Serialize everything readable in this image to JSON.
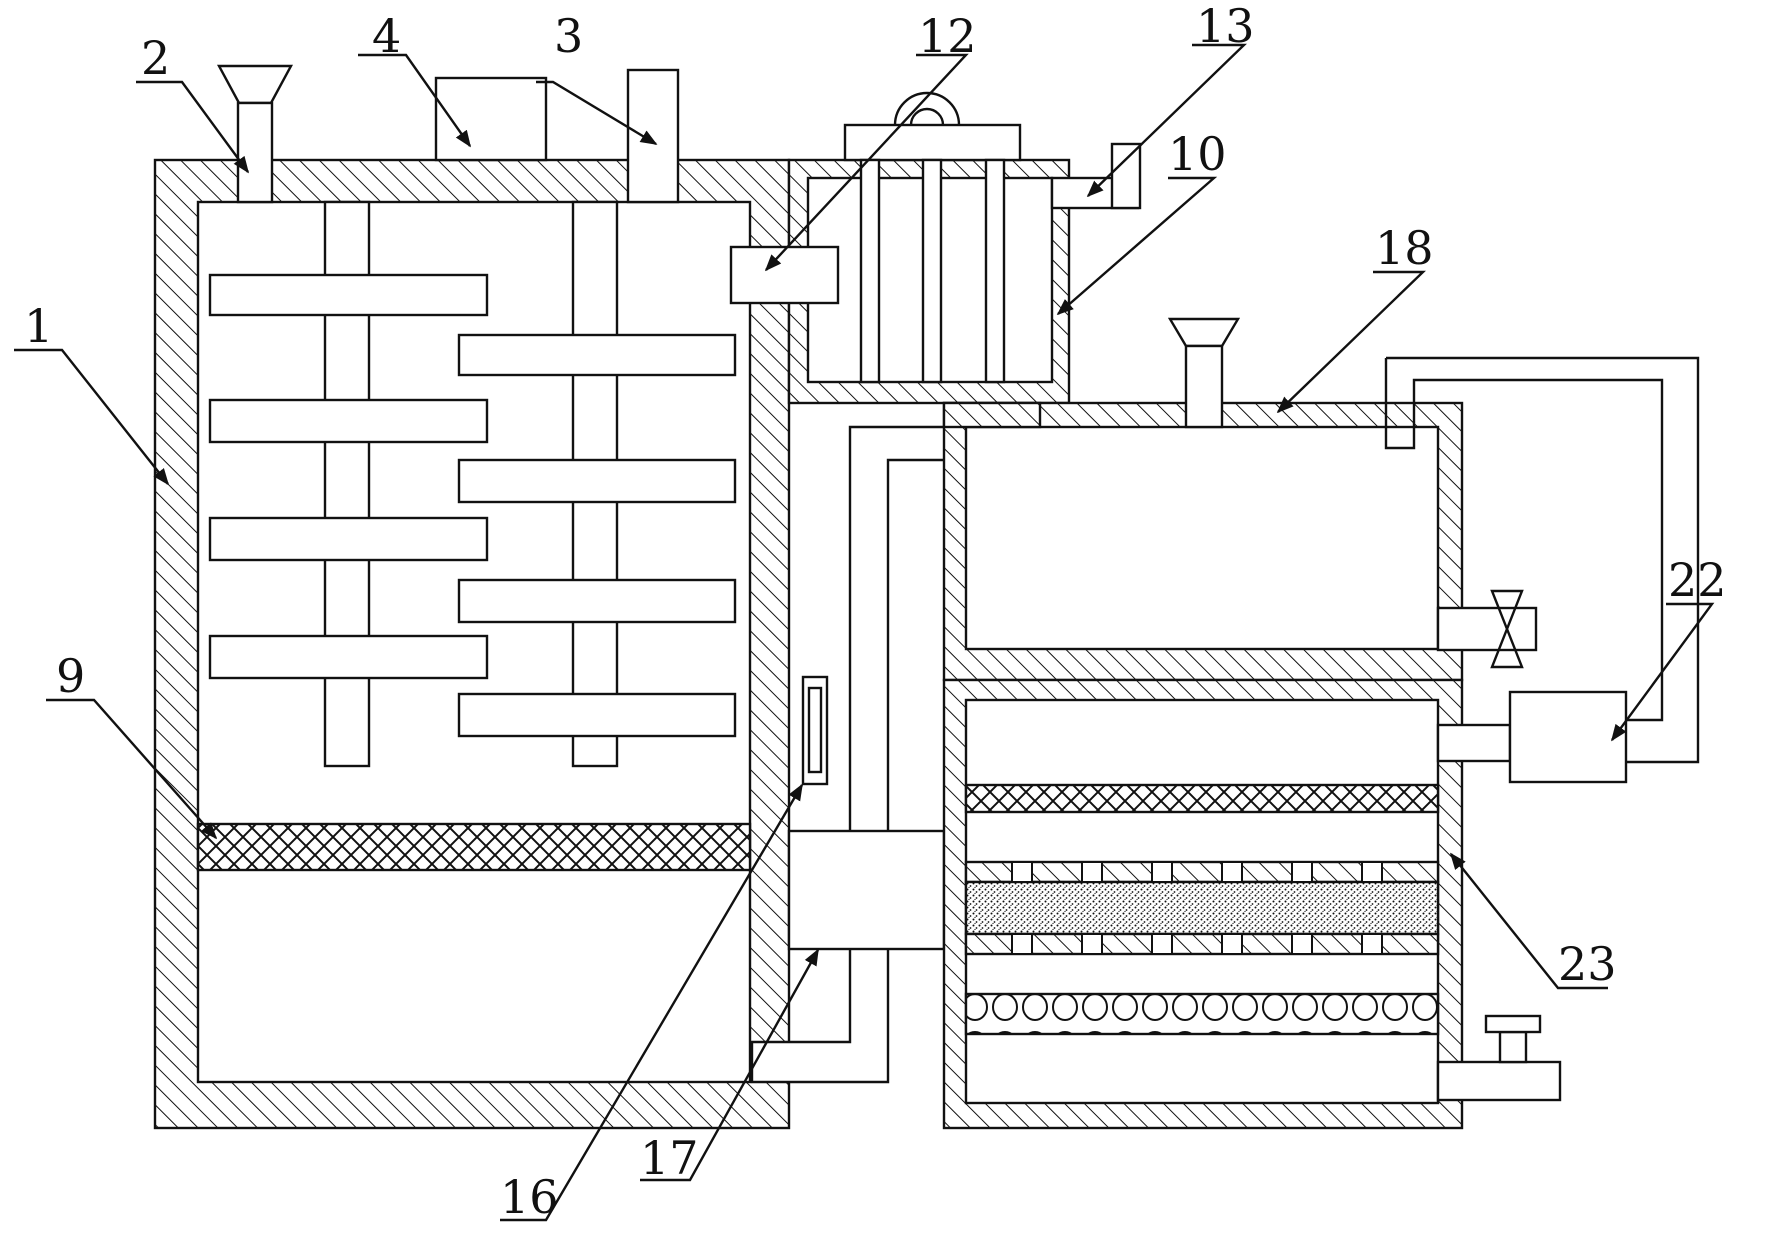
{
  "labels": {
    "l1": "1",
    "l2": "2",
    "l3": "3",
    "l4": "4",
    "l9": "9",
    "l10": "10",
    "l12": "12",
    "l13": "13",
    "l16": "16",
    "l17": "17",
    "l18": "18",
    "l22": "22",
    "l23": "23"
  },
  "colors": {
    "line": "#111111",
    "background": "#ffffff"
  }
}
